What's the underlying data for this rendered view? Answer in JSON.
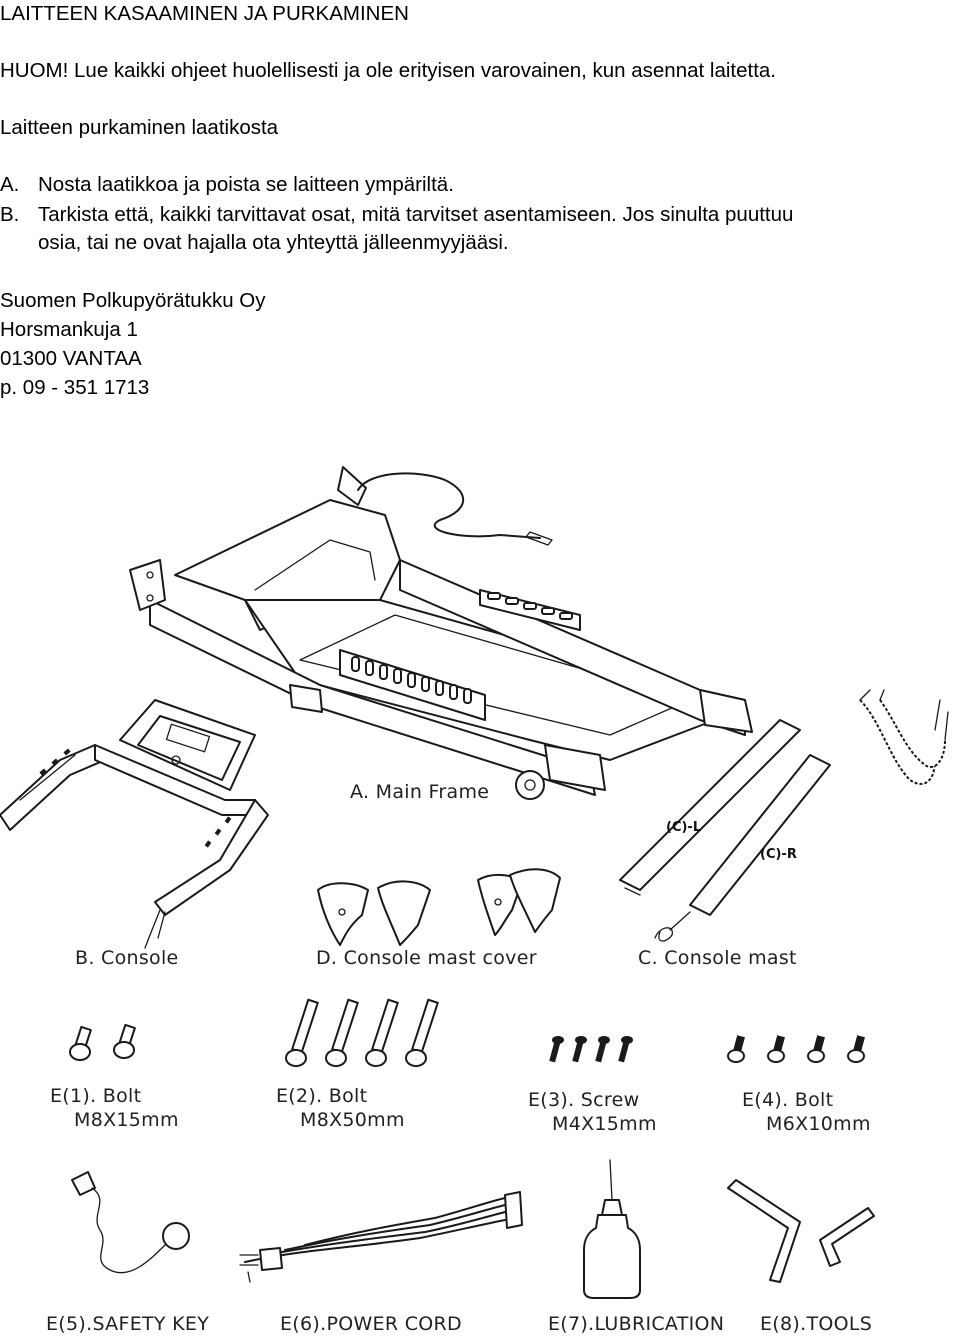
{
  "doc": {
    "title": "LAITTEEN KASAAMINEN JA PURKAMINEN",
    "warning": "HUOM! Lue kaikki ohjeet huolellisesti ja ole erityisen varovainen, kun asennat laitetta.",
    "subheading": "Laitteen purkaminen laatikosta",
    "steps": [
      {
        "marker": "A.",
        "line1": "Nosta laatikkoa ja poista se laitteen ympäriltä.",
        "line2": ""
      },
      {
        "marker": "B.",
        "line1": "Tarkista että, kaikki tarvittavat osat, mitä tarvitset asentamiseen. Jos sinulta puuttuu",
        "line2": "osia, tai ne ovat hajalla ota yhteyttä jälleenmyyjääsi."
      }
    ],
    "contact": {
      "company": "Suomen Polkupyörätukku Oy",
      "street": "Horsmankuja 1",
      "city": "01300 VANTAA",
      "phone": "p. 09 - 351 1713"
    }
  },
  "parts": {
    "main_frame": "A. Main Frame",
    "console": "B. Console",
    "console_mast_cover": "D. Console mast cover",
    "console_mast": "C. Console mast",
    "mast_left_tag": "(C)-L",
    "mast_right_tag": "(C)-R",
    "hardware": [
      {
        "name": "E(1). Bolt",
        "size": "M8X15mm"
      },
      {
        "name": "E(2). Bolt",
        "size": "M8X50mm"
      },
      {
        "name": "E(3). Screw",
        "size": "M4X15mm"
      },
      {
        "name": "E(4). Bolt",
        "size": "M6X10mm"
      }
    ],
    "accessories": [
      "E(5).SAFETY KEY",
      "E(6).POWER CORD",
      "E(7).LUBRICATION",
      "E(8).TOOLS"
    ]
  }
}
